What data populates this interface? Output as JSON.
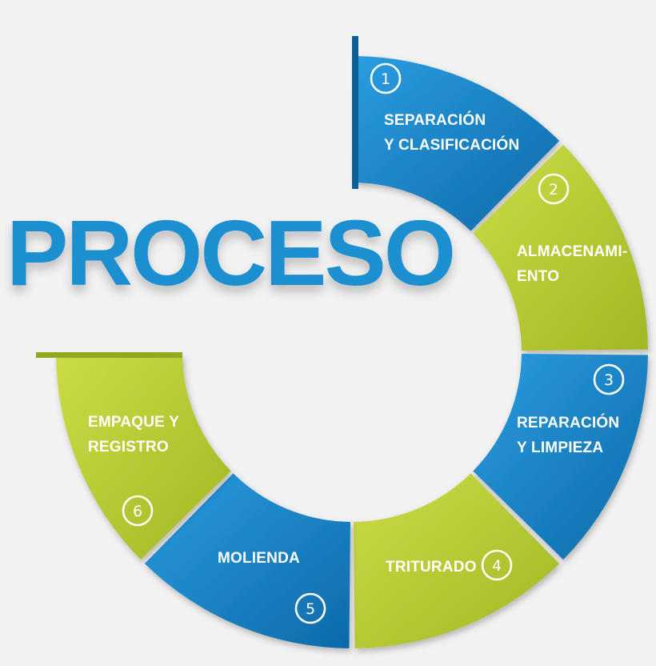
{
  "title": "PROCESO",
  "colors": {
    "blue": "#1f8fd1",
    "blue_dark": "#0f6fb0",
    "green": "#bed234",
    "green_dark": "#a3b826"
  },
  "steps": [
    {
      "number": "1",
      "lines": [
        "SEPARACIÓN",
        "Y CLASIFICACIÓN"
      ],
      "color": "blue"
    },
    {
      "number": "2",
      "lines": [
        "ALMACENAMI-",
        "ENTO"
      ],
      "color": "green"
    },
    {
      "number": "3",
      "lines": [
        "REPARACIÓN",
        "Y LIMPIEZA"
      ],
      "color": "blue"
    },
    {
      "number": "4",
      "lines": [
        "TRITURADO"
      ],
      "color": "green"
    },
    {
      "number": "5",
      "lines": [
        "MOLIENDA"
      ],
      "color": "blue"
    },
    {
      "number": "6",
      "lines": [
        "EMPAQUE Y",
        "REGISTRO"
      ],
      "color": "green"
    }
  ]
}
